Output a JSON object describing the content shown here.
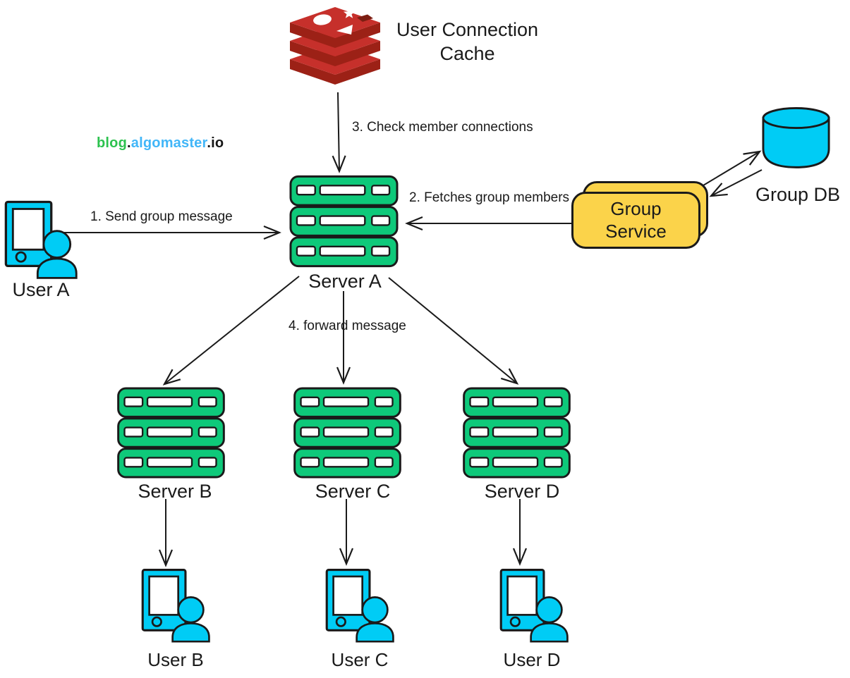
{
  "watermark": {
    "part1": "blog",
    "sep1": ".",
    "part2": "algomaster",
    "sep2": ".",
    "part3": "io"
  },
  "nodes": {
    "cache": {
      "label_line1": "User Connection",
      "label_line2": "Cache"
    },
    "user_a": {
      "label": "User A"
    },
    "server_a": {
      "label": "Server A"
    },
    "group_service": {
      "label_line1": "Group",
      "label_line2": "Service"
    },
    "group_db": {
      "label": "Group DB"
    },
    "server_b": {
      "label": "Server B"
    },
    "server_c": {
      "label": "Server C"
    },
    "server_d": {
      "label": "Server D"
    },
    "user_b": {
      "label": "User B"
    },
    "user_c": {
      "label": "User C"
    },
    "user_d": {
      "label": "User D"
    }
  },
  "edges": {
    "send_group_message": {
      "label": "1. Send group message"
    },
    "fetches_group_members": {
      "label": "2. Fetches group members"
    },
    "check_member_connections": {
      "label": "3. Check member connections"
    },
    "forward_message": {
      "label": "4. forward message"
    }
  },
  "icons": {
    "redis_cache_icon": "redis-stacked-slabs",
    "server_icon": "green-server-rack",
    "user_device_icon": "phone-with-person",
    "database_icon": "cyan-cylinder"
  },
  "colors": {
    "server_green": "#0ec97a",
    "user_cyan": "#00ccf5",
    "service_yellow": "#fbd34a",
    "redis_red": "#c6302b",
    "redis_dark": "#9c2116",
    "redis_hole": "#7c1e12",
    "stroke": "#1a1a1a",
    "watermark_green": "#2dc24f",
    "watermark_blue": "#41b6f8"
  }
}
